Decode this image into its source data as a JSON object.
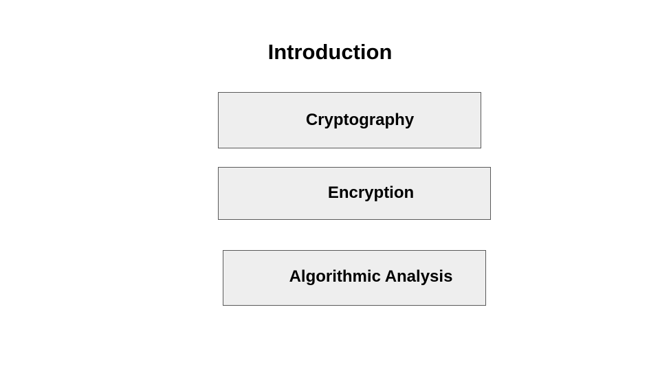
{
  "slide": {
    "title": "Introduction",
    "boxes": [
      {
        "label": "Cryptography"
      },
      {
        "label": "Encryption"
      },
      {
        "label": "Algorithmic Analysis"
      }
    ]
  },
  "colors": {
    "background": "#ffffff",
    "box_fill": "#eeeeee",
    "box_border": "#595959",
    "text": "#000000"
  }
}
